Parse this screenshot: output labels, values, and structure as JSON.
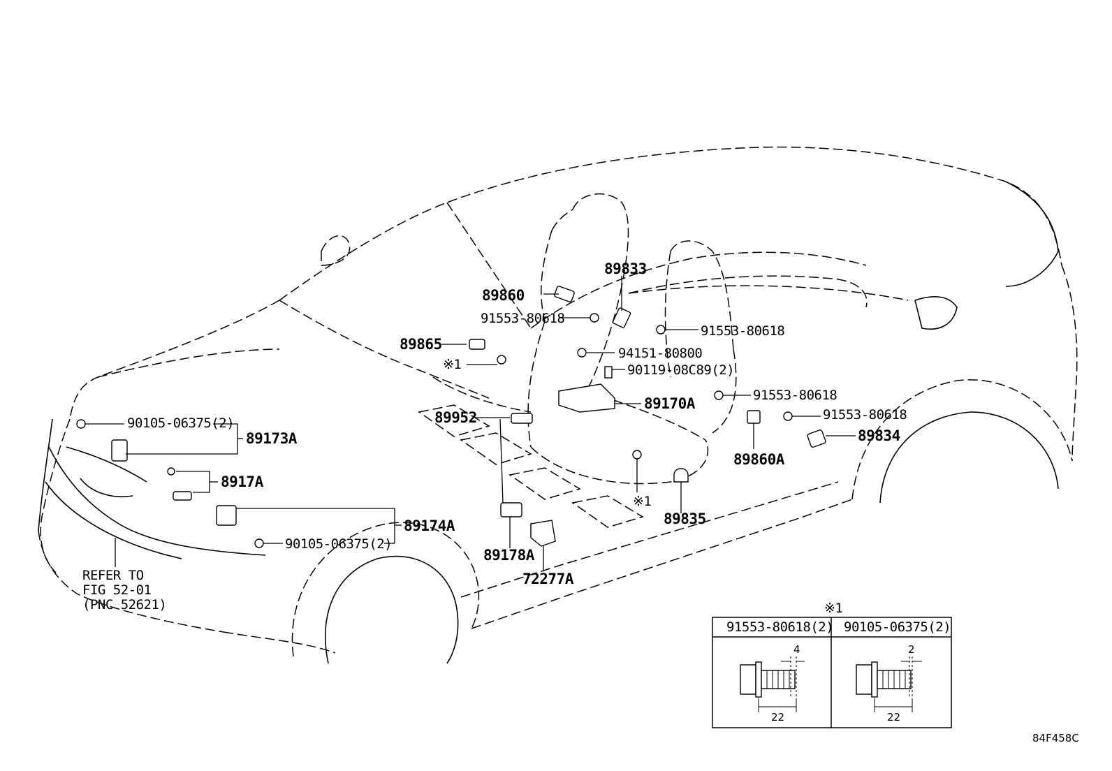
{
  "labels": {
    "p89833": "89833",
    "p89860": "89860",
    "p91553_a": "91553-80618",
    "p91553_b": "91553-80618",
    "p89865": "89865",
    "p94151": "94151-80800",
    "note1_a": "※1",
    "p90119": "90119-08C89(2)",
    "p91553_c": "91553-80618",
    "p89170A": "89170A",
    "p89952": "89952",
    "p91553_d": "91553-80618",
    "p90105_a": "90105-06375(2)",
    "p89173A": "89173A",
    "p89834": "89834",
    "p89860A": "89860A",
    "p8917A": "8917A",
    "note1_b": "※1",
    "p89174A": "89174A",
    "p89835": "89835",
    "p90105_b": "90105-06375(2)",
    "p89178A": "89178A",
    "p72277A": "72277A",
    "refer_1": "REFER TO",
    "refer_2": "FIG 52-01",
    "refer_3": "(PNC 52621)"
  },
  "detail_table": {
    "note": "※1",
    "col1_header": "91553-80618(2)",
    "col2_header": "90105-06375(2)",
    "col1_dim_small": "4",
    "col1_dim_length": "22",
    "col2_dim_small": "2",
    "col2_dim_length": "22"
  },
  "figure_code": "84F458C"
}
